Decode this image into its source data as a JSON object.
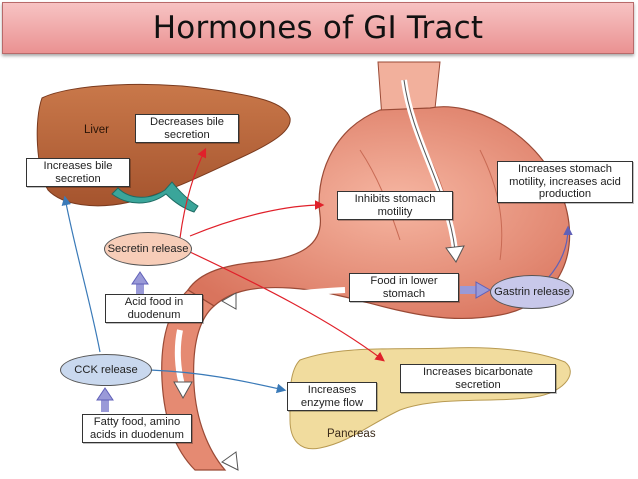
{
  "title": "Hormones of GI Tract",
  "labels": {
    "liver": "Liver",
    "pancreas": "Pancreas"
  },
  "boxes": {
    "decreases_bile": "Decreases bile secretion",
    "increases_bile": "Increases bile secretion",
    "inhibits_motility": "Inhibits stomach motility",
    "increases_stomach": "Increases stomach motility, increases acid production",
    "food_lower": "Food in lower stomach",
    "acid_food": "Acid food in duodenum",
    "increases_bicarb": "Increases bicarbonate secretion",
    "increases_enzyme": "Increases enzyme flow",
    "fatty_food": "Fatty food, amino acids in duodenum"
  },
  "hormones": {
    "secretin": "Secretin release",
    "gastrin": "Gastrin release",
    "cck": "CCK release"
  },
  "colors": {
    "title_bg": "#ee9e9e",
    "liver": "#b8643a",
    "stomach": "#e58a72",
    "pancreas": "#f1dc9e",
    "secretin_oval": "#f7cdb8",
    "gastrin_oval": "#c8c8ea",
    "cck_oval": "#c9d8ee",
    "red_arrow": "#e0202a",
    "blue_arrow": "#3a7ab8",
    "purple_arrow": "#6060b8"
  }
}
